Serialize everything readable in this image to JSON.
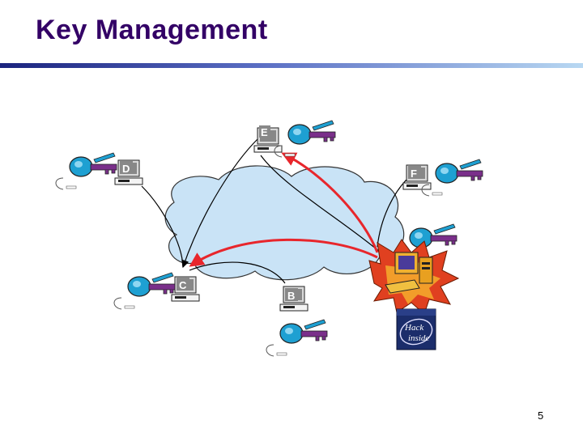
{
  "slide": {
    "title": "Key Management",
    "page_number": "5"
  },
  "diagram": {
    "nodes": [
      {
        "id": "E",
        "label": "E"
      },
      {
        "id": "D",
        "label": "D"
      },
      {
        "id": "F",
        "label": "F"
      },
      {
        "id": "C",
        "label": "C"
      },
      {
        "id": "B",
        "label": "B"
      }
    ],
    "badge": {
      "line1": "Hack",
      "line2": "inside"
    },
    "colors": {
      "cloud_fill": "#c9e3f6",
      "key_fill": "#1ea0d2",
      "key_shaft": "#7a2f8a",
      "attack_arrow": "#e8262c",
      "explosion": "#e04020",
      "explosion_inner": "#f29d2a",
      "badge_bg": "#1b2d6b",
      "node_label_bg": "#888888"
    }
  }
}
